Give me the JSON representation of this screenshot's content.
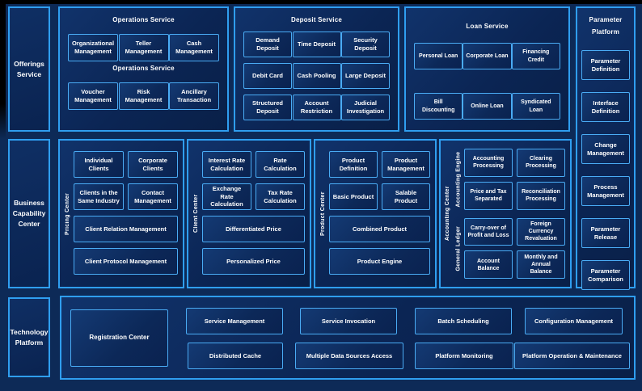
{
  "colors": {
    "background": "#0d2a57",
    "panel_border": "#2f9ef0",
    "box_border": "#4aacf5",
    "text": "#ffffff"
  },
  "sidebars": {
    "offerings": "Offerings Service",
    "business": "Business Capability Center",
    "technology": "Technology Platform"
  },
  "operations": {
    "title": "Operations Service",
    "subtitle": "Operations Service",
    "row1": [
      "Organizational Management",
      "Teller Management",
      "Cash Management"
    ],
    "row2": [
      "Voucher Management",
      "Risk Management",
      "Ancillary Transaction"
    ]
  },
  "deposit": {
    "title": "Deposit Service",
    "items": [
      "Demand Deposit",
      "Time Deposit",
      "Security Deposit",
      "Debit Card",
      "Cash Pooling",
      "Large Deposit",
      "Structured Deposit",
      "Account Restriction",
      "Judicial Investigation"
    ]
  },
  "loan": {
    "title": "Loan Service",
    "items": [
      "Personal Loan",
      "Corporate Loan",
      "Financing Credit",
      "Bill Discounting",
      "Online Loan",
      "Syndicated Loan"
    ]
  },
  "parameter_platform": {
    "title": "Parameter Platform",
    "items": [
      "Parameter Definition",
      "Interface Definition",
      "Change Management",
      "Process Management",
      "Parameter Release",
      "Parameter Comparison"
    ]
  },
  "pricing_center": {
    "label": "Pricing Center",
    "small": [
      "Individual Clients",
      "Corporate Clients",
      "Clients in the Same Industry",
      "Contact Management"
    ],
    "wide": [
      "Client Relation Management",
      "Client Protocol Management"
    ]
  },
  "client_center": {
    "label": "Client Center",
    "small": [
      "Interest Rate Calculation",
      "Rate Calculation",
      "Exchange Rate Calculation",
      "Tax Rate Calculation"
    ],
    "wide": [
      "Differentiated Price",
      "Personalized Price"
    ]
  },
  "product_center": {
    "label": "Product Center",
    "small": [
      "Product Definition",
      "Product Management",
      "Basic Product",
      "Salable Product"
    ],
    "wide": [
      "Combined Product",
      "Product Engine"
    ]
  },
  "accounting_center": {
    "label": "Accounting Center",
    "groups": [
      {
        "label": "Accounting Engine",
        "items": [
          "Accounting Processing",
          "Clearing Processing",
          "Price and Tax Separated",
          "Reconciliation Processing"
        ]
      },
      {
        "label": "General Ledger",
        "items": [
          "Carry-over of Profit and Loss",
          "Foreign Currency Revaluation",
          "Account Balance",
          "Monthly and Annual Balance"
        ]
      }
    ]
  },
  "technology_platform": {
    "registration": "Registration Center",
    "row1": [
      "Service Management",
      "Service Invocation",
      "Batch Scheduling",
      "Configuration Management"
    ],
    "row2": [
      "Distributed Cache",
      "Multiple Data Sources Access",
      "Platform Monitoring",
      "Platform Operation & Maintenance"
    ]
  }
}
